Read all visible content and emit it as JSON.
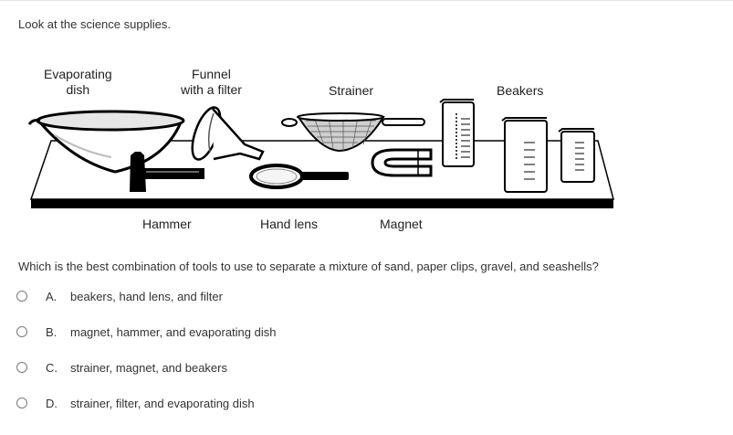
{
  "prompt": "Look at the science supplies.",
  "figure": {
    "labels": {
      "evaporating_dish": [
        "Evaporating",
        "dish"
      ],
      "funnel": [
        "Funnel",
        "with a filter"
      ],
      "strainer": "Strainer",
      "beakers": "Beakers",
      "hammer": "Hammer",
      "hand_lens": "Hand lens",
      "magnet": "Magnet"
    }
  },
  "question": "Which is the best combination of tools to use to separate a mixture of sand, paper clips, gravel, and seashells?",
  "choices": [
    {
      "letter": "A.",
      "text": "beakers, hand lens, and filter"
    },
    {
      "letter": "B.",
      "text": "magnet, hammer, and evaporating dish"
    },
    {
      "letter": "C.",
      "text": "strainer, magnet, and beakers"
    },
    {
      "letter": "D.",
      "text": "strainer, filter, and evaporating dish"
    }
  ]
}
